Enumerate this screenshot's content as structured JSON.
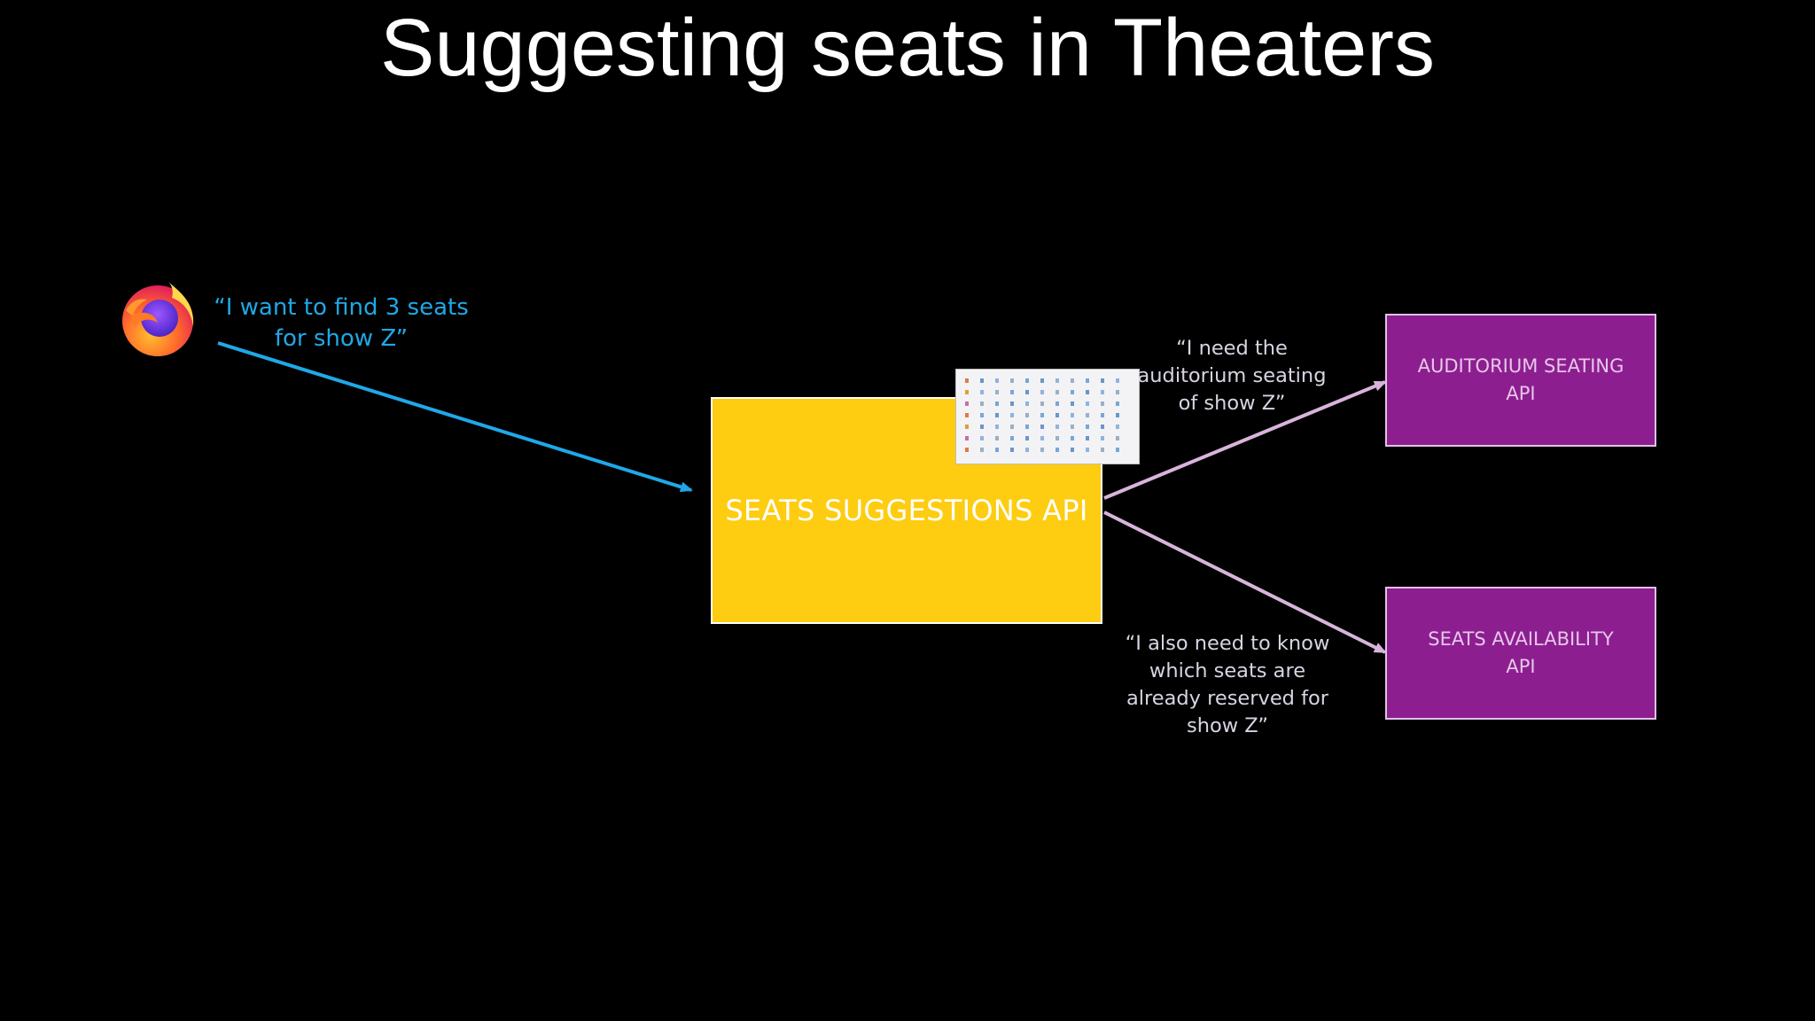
{
  "slide": {
    "title": "Suggesting seats in Theaters"
  },
  "client": {
    "icon": "firefox-browser-icon",
    "quote": "“I want to find 3 seats\nfor show Z”",
    "arrow_color": "#1fa8e6"
  },
  "seats_suggestions_api": {
    "label": "SEATS SUGGESTIONS API",
    "fill_color": "#fecc11"
  },
  "auditorium_seating_api": {
    "label": "AUDITORIUM SEATING\nAPI",
    "fill_color": "#8d1e90",
    "request_quote": "“I need the\nauditorium seating\nof show Z”"
  },
  "seats_availability_api": {
    "label": "SEATS AVAILABILITY\nAPI",
    "fill_color": "#8d1e90",
    "request_quote": "“I also need to know\nwhich seats are\nalready reserved for\nshow Z”"
  },
  "seat_map_thumbnail": {
    "icon": "seat-map-thumbnail"
  },
  "colors": {
    "background": "#000000",
    "request_arrow": "#d8b4dc"
  }
}
